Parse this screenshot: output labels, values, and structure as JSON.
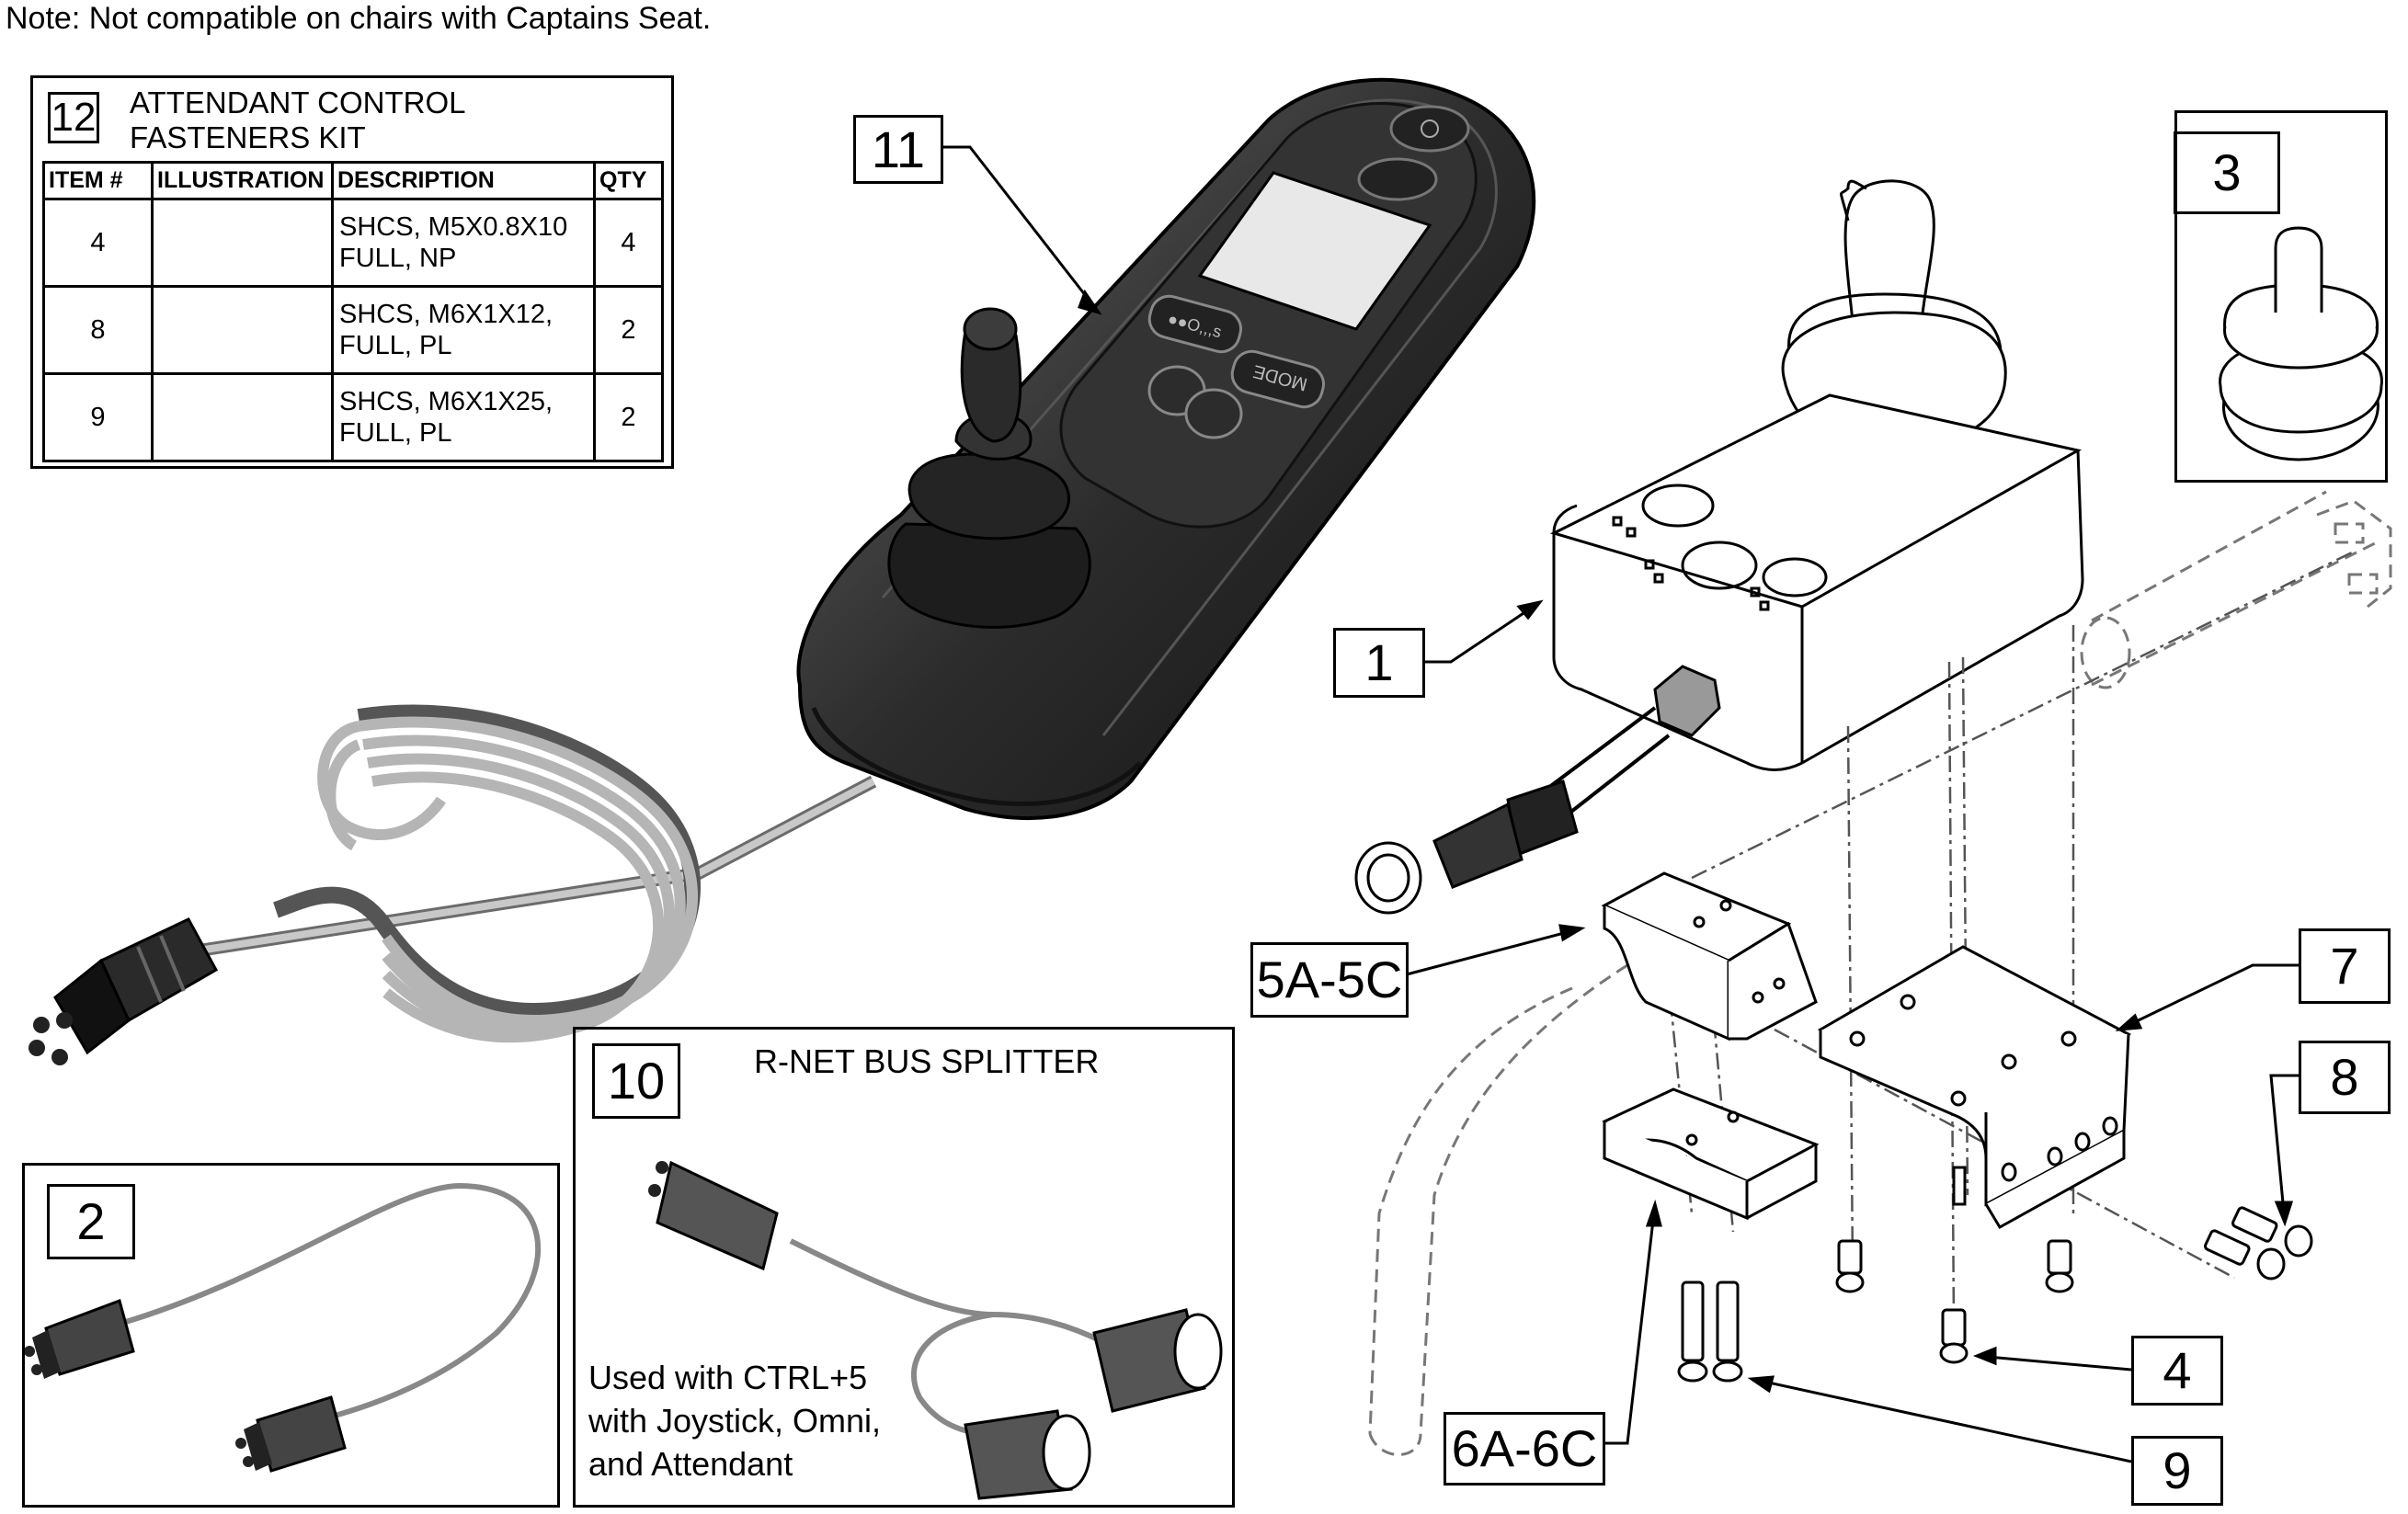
{
  "note": "Note: Not compatible on chairs with Captains Seat.",
  "kit": {
    "number": "12",
    "title_line1": "ATTENDANT CONTROL",
    "title_line2": "FASTENERS KIT",
    "headers": [
      "ITEM #",
      "ILLUSTRATION",
      "DESCRIPTION",
      "QTY"
    ],
    "rows": [
      {
        "item": "4",
        "desc_line1": "SHCS, M5X0.8X10",
        "desc_line2": "FULL, NP",
        "qty": "4"
      },
      {
        "item": "8",
        "desc_line1": "SHCS, M6X1X12,",
        "desc_line2": "FULL, PL",
        "qty": "2"
      },
      {
        "item": "9",
        "desc_line1": "SHCS, M6X1X25,",
        "desc_line2": "FULL, PL",
        "qty": "2"
      }
    ]
  },
  "callouts": {
    "c1": "1",
    "c3": "3",
    "c4": "4",
    "c5": "5A-5C",
    "c6": "6A-6C",
    "c7": "7",
    "c8": "8",
    "c9": "9",
    "c11": "11"
  },
  "panel2": {
    "number": "2"
  },
  "panel10": {
    "number": "10",
    "title": "R-NET BUS SPLITTER",
    "note": "Used with CTRL+5\nwith Joystick, Omni,\nand Attendant"
  },
  "controller": {
    "mode_label": "MODE"
  }
}
